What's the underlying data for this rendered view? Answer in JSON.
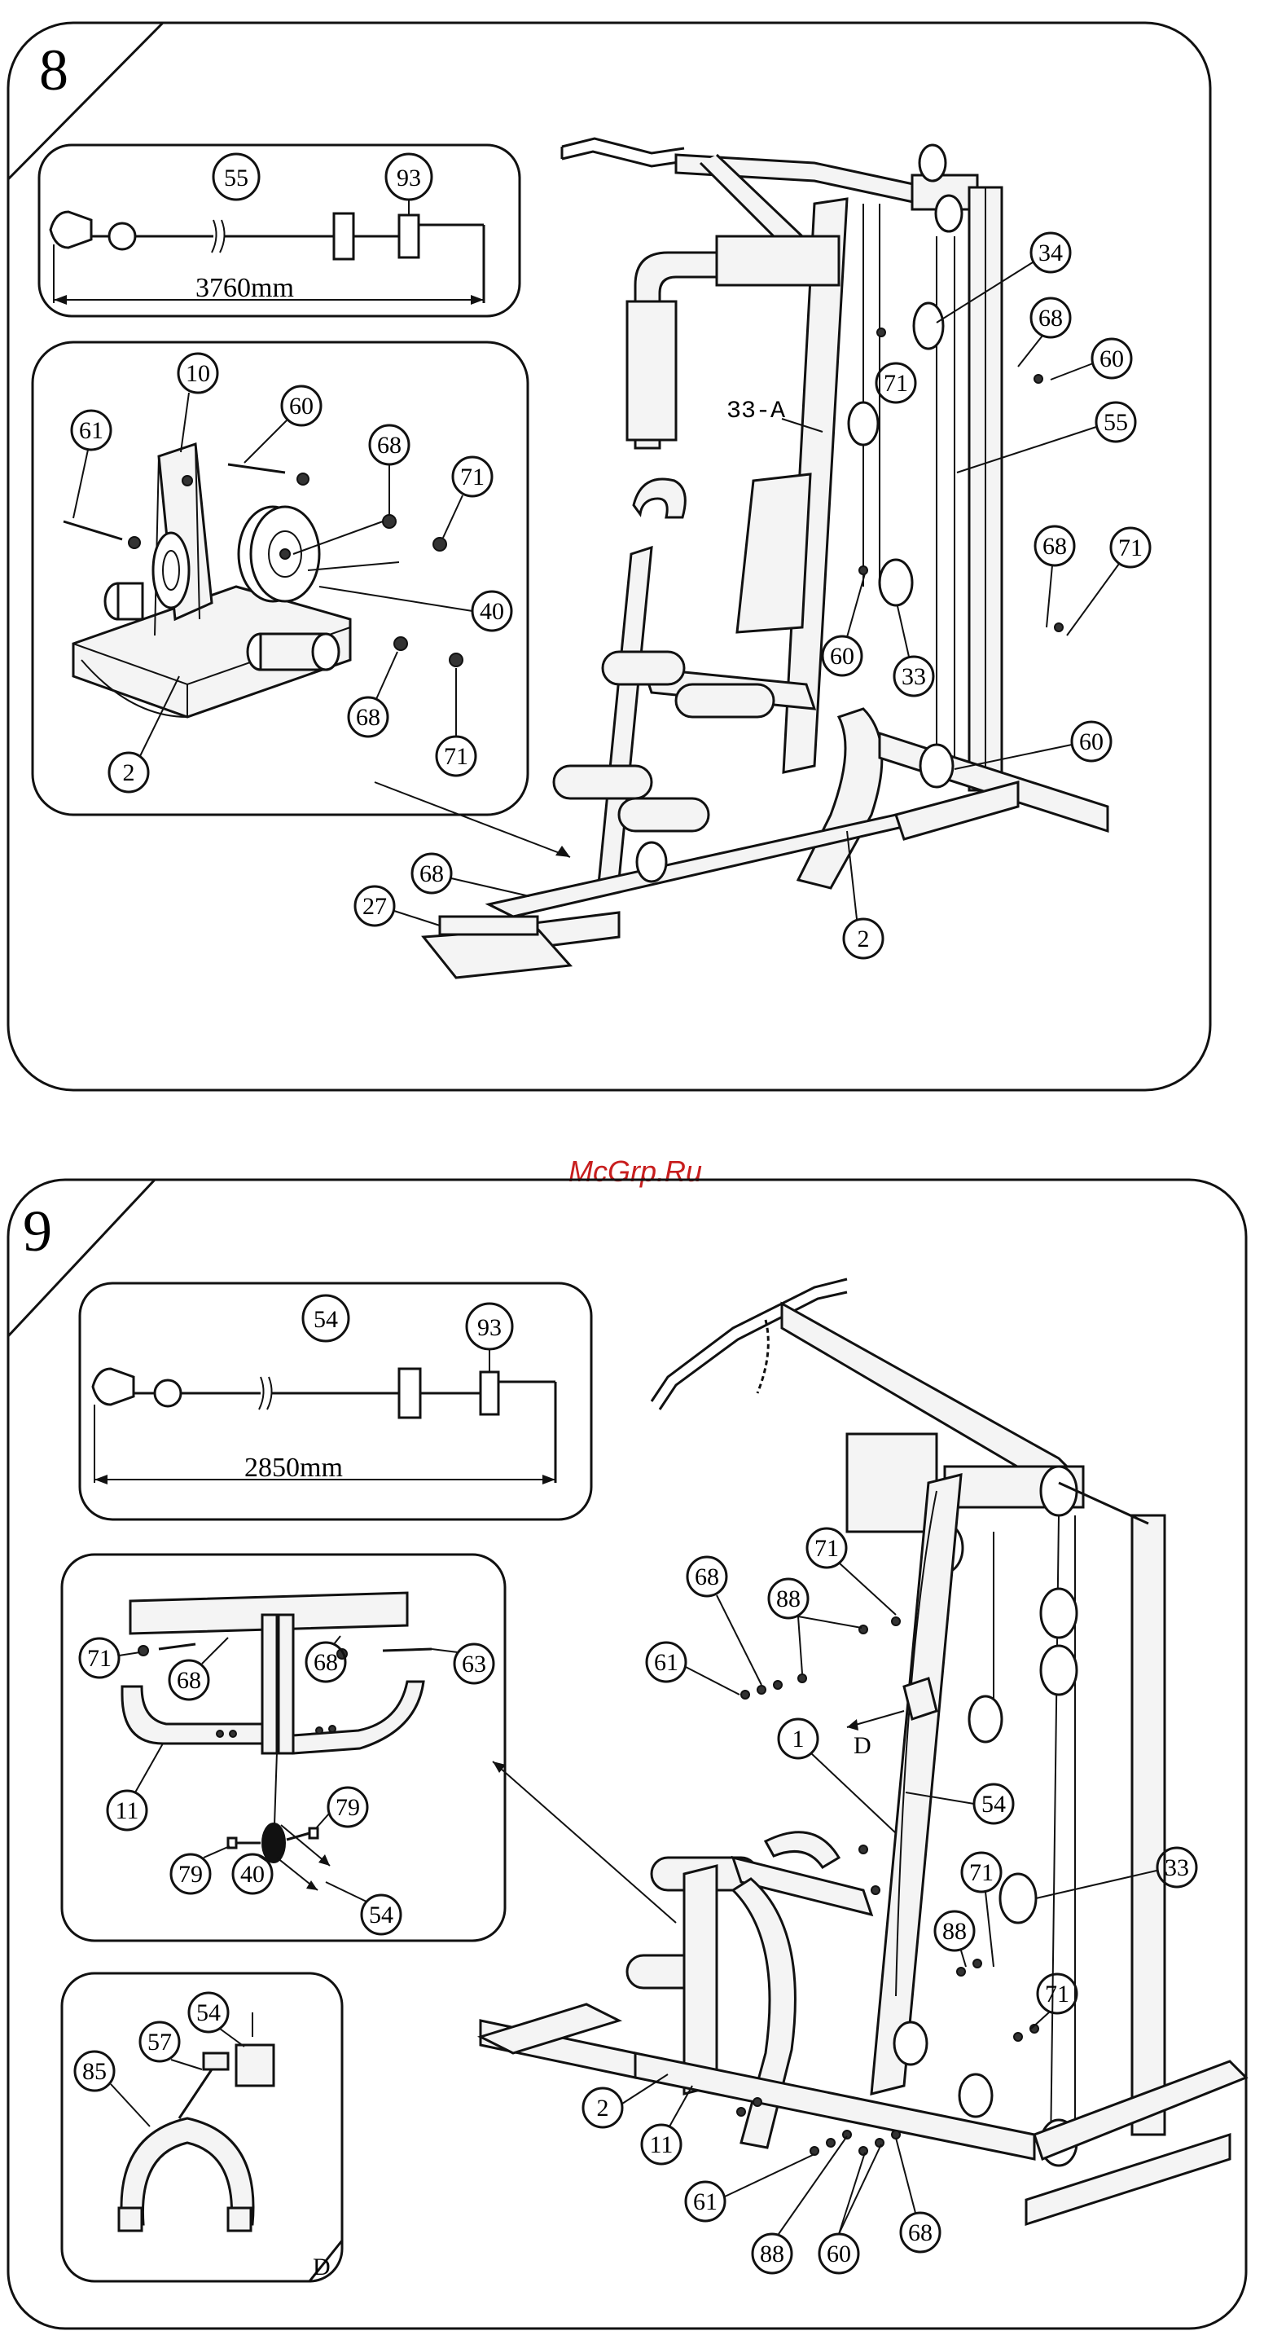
{
  "watermark": "McGrp.Ru",
  "step8": {
    "number": "8",
    "cable_detail": {
      "part_cable": "55",
      "part_stop": "93",
      "length": "3760mm"
    },
    "pulley_detail": {
      "labels": {
        "a": "10",
        "b": "60",
        "c": "61",
        "d": "68",
        "e": "71",
        "f": "40",
        "g": "68",
        "h": "71",
        "i": "2"
      }
    },
    "main_labels": {
      "l34": "34",
      "l68a": "68",
      "l60a": "60",
      "l71a": "71",
      "l33a_text": "33-A",
      "l55": "55",
      "l68b": "68",
      "l71b": "71",
      "l60b": "60",
      "l33": "33",
      "l60c": "60",
      "l2": "2",
      "l68c": "68",
      "l27": "27"
    }
  },
  "step9": {
    "number": "9",
    "cable_detail": {
      "part_cable": "54",
      "part_stop": "93",
      "length": "2850mm"
    },
    "bar_detail": {
      "labels": {
        "a": "71",
        "b": "68",
        "c": "68",
        "d": "63",
        "e": "11",
        "f": "79",
        "g": "79",
        "h": "40",
        "i": "54"
      }
    },
    "handle_detail": {
      "labels": {
        "a": "54",
        "b": "57",
        "c": "85",
        "d": "D"
      }
    },
    "main_labels": {
      "l71a": "71",
      "l68a": "68",
      "l88a": "88",
      "l61a": "61",
      "l_d": "D",
      "l1": "1",
      "l54": "54",
      "l71b": "71",
      "l33": "33",
      "l88b": "88",
      "l71c": "71",
      "l2": "2",
      "l11": "11",
      "l61b": "61",
      "l88c": "88",
      "l60": "60",
      "l68b": "68"
    }
  }
}
